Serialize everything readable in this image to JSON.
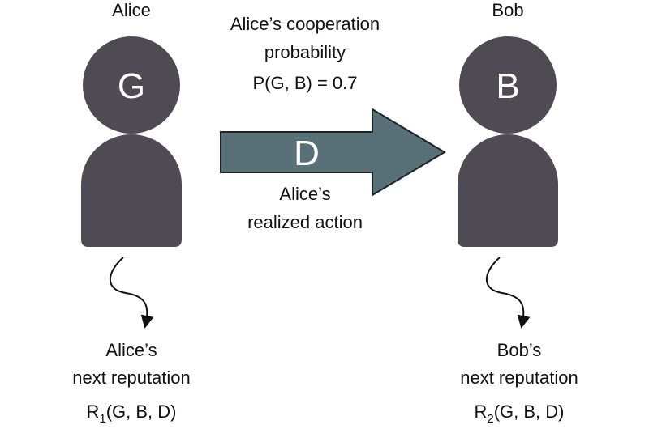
{
  "colors": {
    "person_fill": "#4f4b55",
    "arrow_fill": "#587179",
    "arrow_stroke": "#1d2226",
    "text": "#111111",
    "letter": "#ffffff"
  },
  "alice": {
    "name": "Alice",
    "reputation_letter": "G",
    "caption_line1": "Alice’s",
    "caption_line2": "next reputation",
    "formula_prefix": "R",
    "formula_subscript": "1",
    "formula_args": "(G, B, D)"
  },
  "bob": {
    "name": "Bob",
    "reputation_letter": "B",
    "caption_line1": "Bob’s",
    "caption_line2": "next reputation",
    "formula_prefix": "R",
    "formula_subscript": "2",
    "formula_args": "(G, B, D)"
  },
  "cooperation": {
    "line1": "Alice’s cooperation",
    "line2": "probability",
    "line3": "P(G, B) = 0.7"
  },
  "action": {
    "letter": "D",
    "caption_line1": "Alice’s",
    "caption_line2": "realized action"
  }
}
